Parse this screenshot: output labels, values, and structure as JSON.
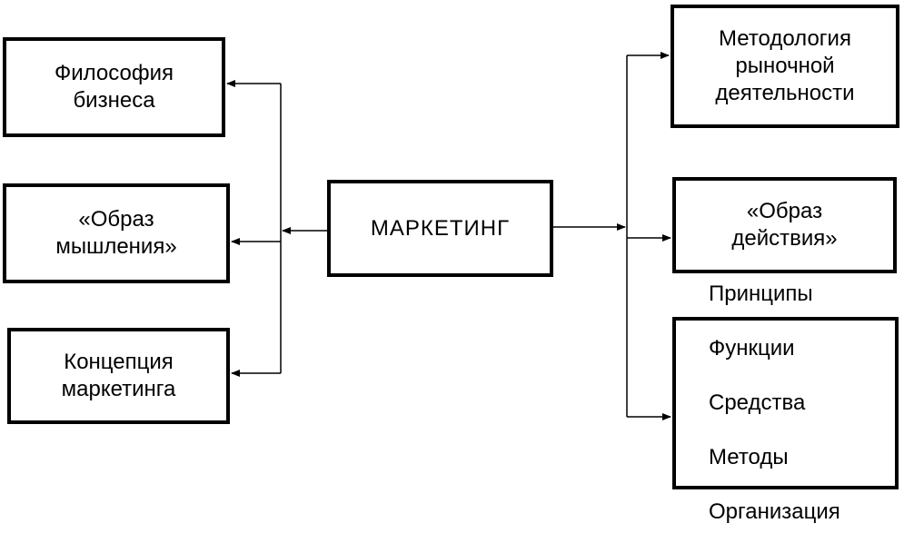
{
  "diagram": {
    "center": {
      "label": "МАРКЕТИНГ"
    },
    "left": [
      {
        "id": "philosophy",
        "label": "Философия\nбизнеса"
      },
      {
        "id": "thinking",
        "label": "«Образ\nмышления»"
      },
      {
        "id": "concept",
        "label": "Концепция\nмаркетинга"
      }
    ],
    "right": [
      {
        "id": "method",
        "label": "Методология\nрыночной\nдеятельности"
      },
      {
        "id": "action",
        "label": "«Образ\nдействия»"
      },
      {
        "id": "principles",
        "items": [
          "Принципы",
          "Функции",
          "Средства",
          "Методы",
          "Организация"
        ]
      }
    ],
    "colors": {
      "stroke": "#000000",
      "background": "#ffffff"
    }
  }
}
